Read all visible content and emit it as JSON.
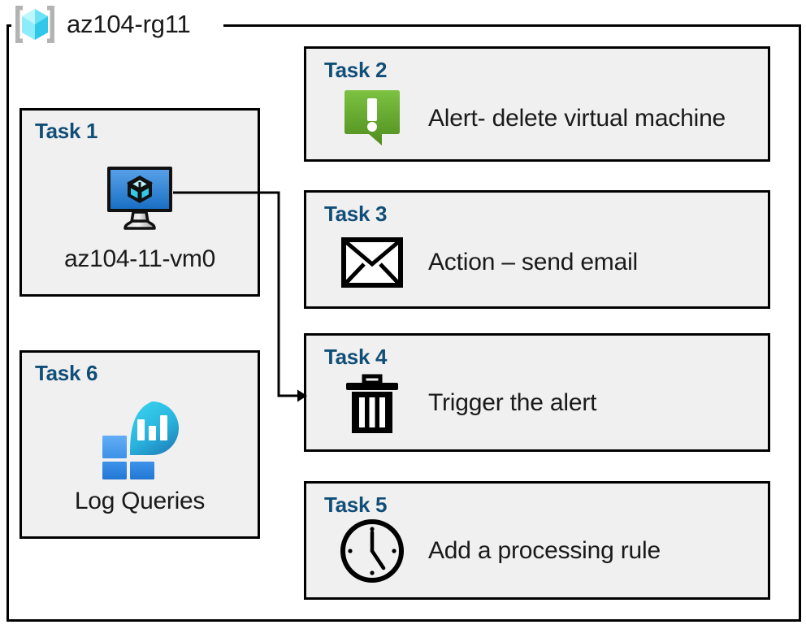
{
  "diagram": {
    "title": "az104-rg11",
    "container_icon": "azure-resource-group-icon",
    "border_color": "#000000",
    "card_background": "#f0f0f0",
    "task_label_color": "#104E78"
  },
  "tasks": [
    {
      "label": "Task 1",
      "icon": "azure-virtual-machine-icon",
      "caption": "az104-11-vm0",
      "text": ""
    },
    {
      "label": "Task 2",
      "icon": "alert-bubble-icon",
      "text": "Alert- delete virtual machine",
      "icon_color": "#6FB22C"
    },
    {
      "label": "Task 3",
      "icon": "envelope-icon",
      "text": "Action – send email",
      "icon_color": "#000000"
    },
    {
      "label": "Task 4",
      "icon": "trash-icon",
      "text": "Trigger the alert",
      "icon_color": "#000000"
    },
    {
      "label": "Task 5",
      "icon": "clock-icon",
      "text": "Add a processing rule",
      "icon_color": "#000000"
    },
    {
      "label": "Task 6",
      "icon": "azure-log-analytics-icon",
      "caption": "Log Queries",
      "text": ""
    }
  ],
  "connector": {
    "from": "Task 1",
    "to": "Task 4",
    "arrow": "arrowhead-right"
  }
}
